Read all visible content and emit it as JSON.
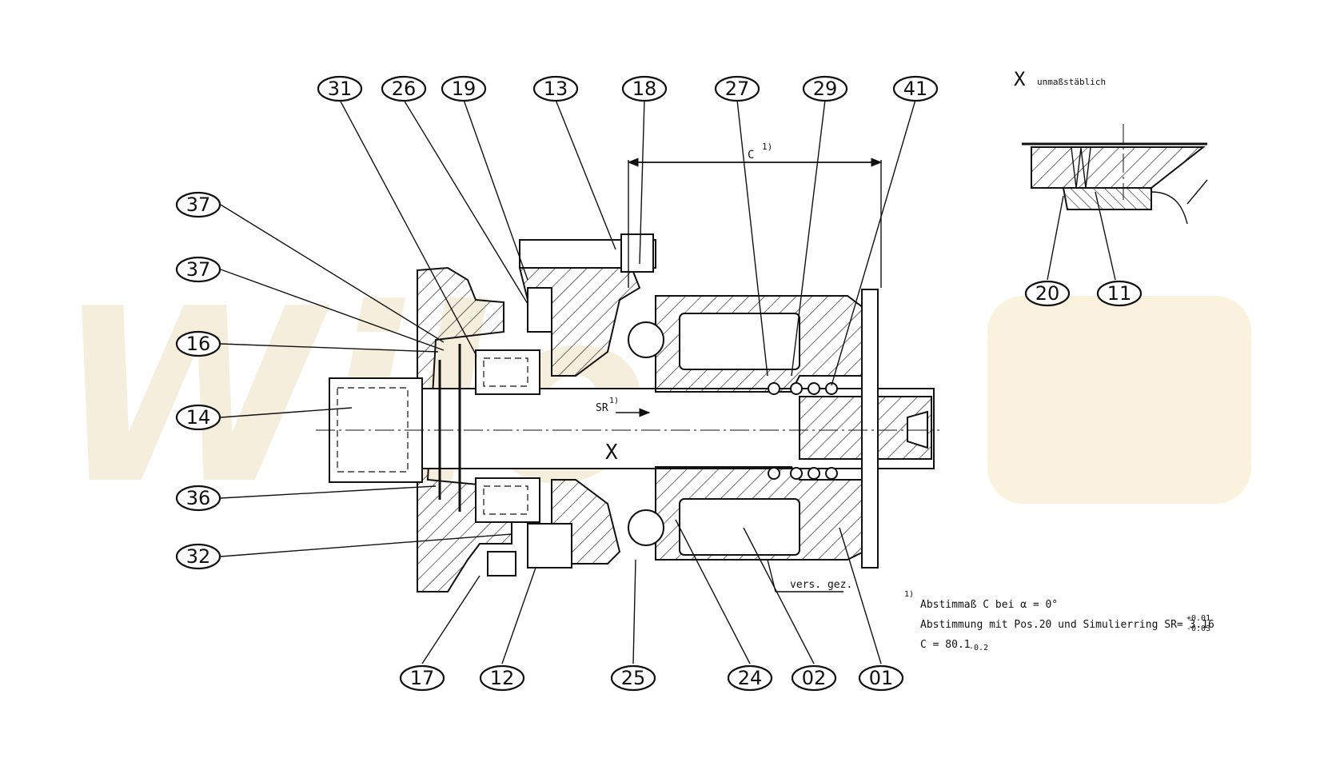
{
  "drawing": {
    "detail_label": "X",
    "detail_scale_note": "unmaßstäblich",
    "dimension_label": "C",
    "dimension_footnote_mark": "1)",
    "sr_label": "SR",
    "sr_footnote_mark": "1)",
    "section_mark": "X",
    "pos_note": "vers. gez.",
    "watermark": "Wilo"
  },
  "notes": {
    "footnote_mark": "1)",
    "line1": "Abstimmaß C bei α = 0°",
    "line2": "Abstimmung mit Pos.20 und Simulierring SR= 3.16",
    "line2_tol_upper": "+0.01",
    "line2_tol_lower": "-0.03",
    "line3": "C = 80.1",
    "line3_tol": "-0.2"
  },
  "balloons": {
    "b31": "31",
    "b26": "26",
    "b19": "19",
    "b13": "13",
    "b18": "18",
    "b27": "27",
    "b29": "29",
    "b41": "41",
    "b37a": "37",
    "b37b": "37",
    "b16": "16",
    "b14": "14",
    "b36": "36",
    "b32": "32",
    "b17": "17",
    "b12": "12",
    "b25": "25",
    "b24": "24",
    "b02": "02",
    "b01": "01",
    "b20": "20",
    "b11": "11"
  }
}
